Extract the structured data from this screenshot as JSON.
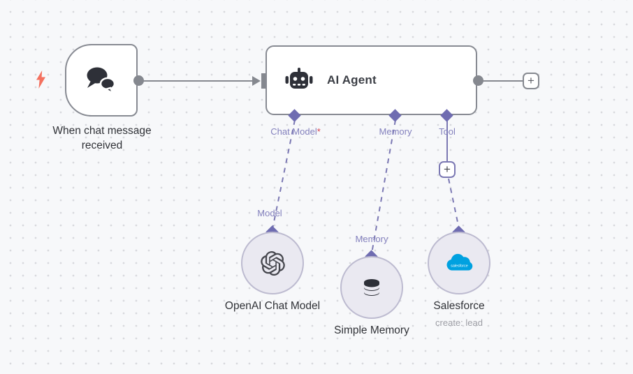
{
  "colors": {
    "canvas_bg": "#f7f8fa",
    "grid_dot": "#d8d9dd",
    "node_border": "#878a92",
    "node_bg": "#ffffff",
    "accent_purple": "#6f6cb1",
    "dashed_line": "#7b78b3",
    "circle_fill": "#eae9f1",
    "circle_border": "#bdbbd0",
    "trigger_bolt": "#f4715f",
    "required_red": "#d7434f",
    "label_dark": "#2f3136",
    "label_lavender": "#8380bd",
    "subtitle_gray": "#9d9ea5",
    "salesforce_blue": "#00a1e0",
    "icon_dark": "#2e3038"
  },
  "nodes": {
    "trigger": {
      "title": "When chat message received"
    },
    "agent": {
      "title": "AI Agent",
      "required_marker": "*",
      "ports": [
        {
          "label": "Chat Model"
        },
        {
          "label": "Memory"
        },
        {
          "label": "Tool"
        }
      ]
    },
    "model": {
      "port_label": "Model",
      "title": "OpenAI Chat Model"
    },
    "memory": {
      "port_label": "Memory",
      "title": "Simple Memory"
    },
    "tool": {
      "title": "Salesforce",
      "subtitle": "create: lead",
      "logo_text": "salesforce"
    }
  },
  "buttons": {
    "add_node": "+",
    "add_tool": "+"
  }
}
